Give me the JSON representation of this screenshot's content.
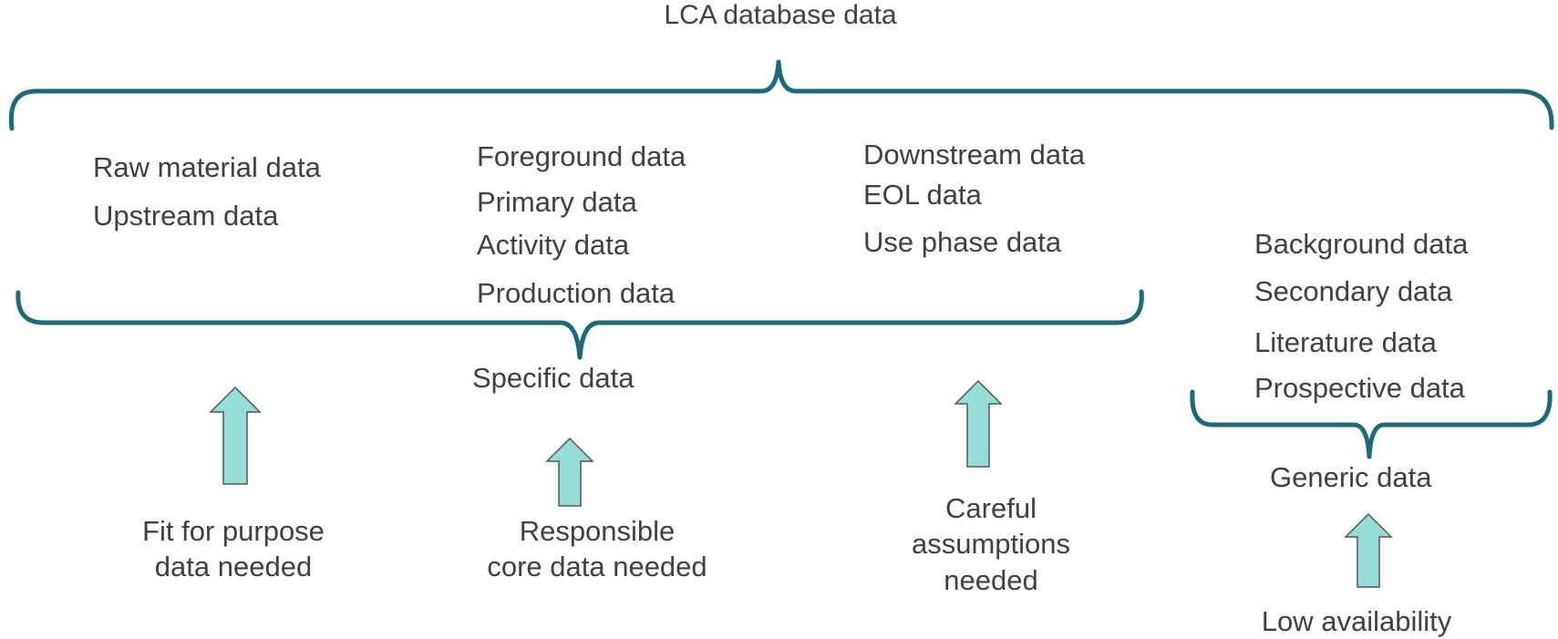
{
  "title": "LCA database data",
  "specific": {
    "label": "Specific data",
    "col1": [
      "Raw material data",
      "Upstream data"
    ],
    "col2": [
      "Foreground data",
      "Primary data",
      "Activity data",
      "Production data"
    ],
    "col3": [
      "Downstream data",
      "EOL data",
      "Use phase data"
    ]
  },
  "generic": {
    "label": "Generic data",
    "items": [
      "Background data",
      "Secondary data",
      "Literature data",
      "Prospective data"
    ]
  },
  "notes": {
    "fit": "Fit for purpose\ndata needed",
    "responsible": "Responsible\ncore data needed",
    "careful": "Careful\nassumptions\nneeded",
    "low": "Low  availability"
  },
  "colors": {
    "bracket": "#1b6a78",
    "arrow_fill": "#93ddd6",
    "arrow_stroke": "#555555",
    "text": "#404040"
  }
}
